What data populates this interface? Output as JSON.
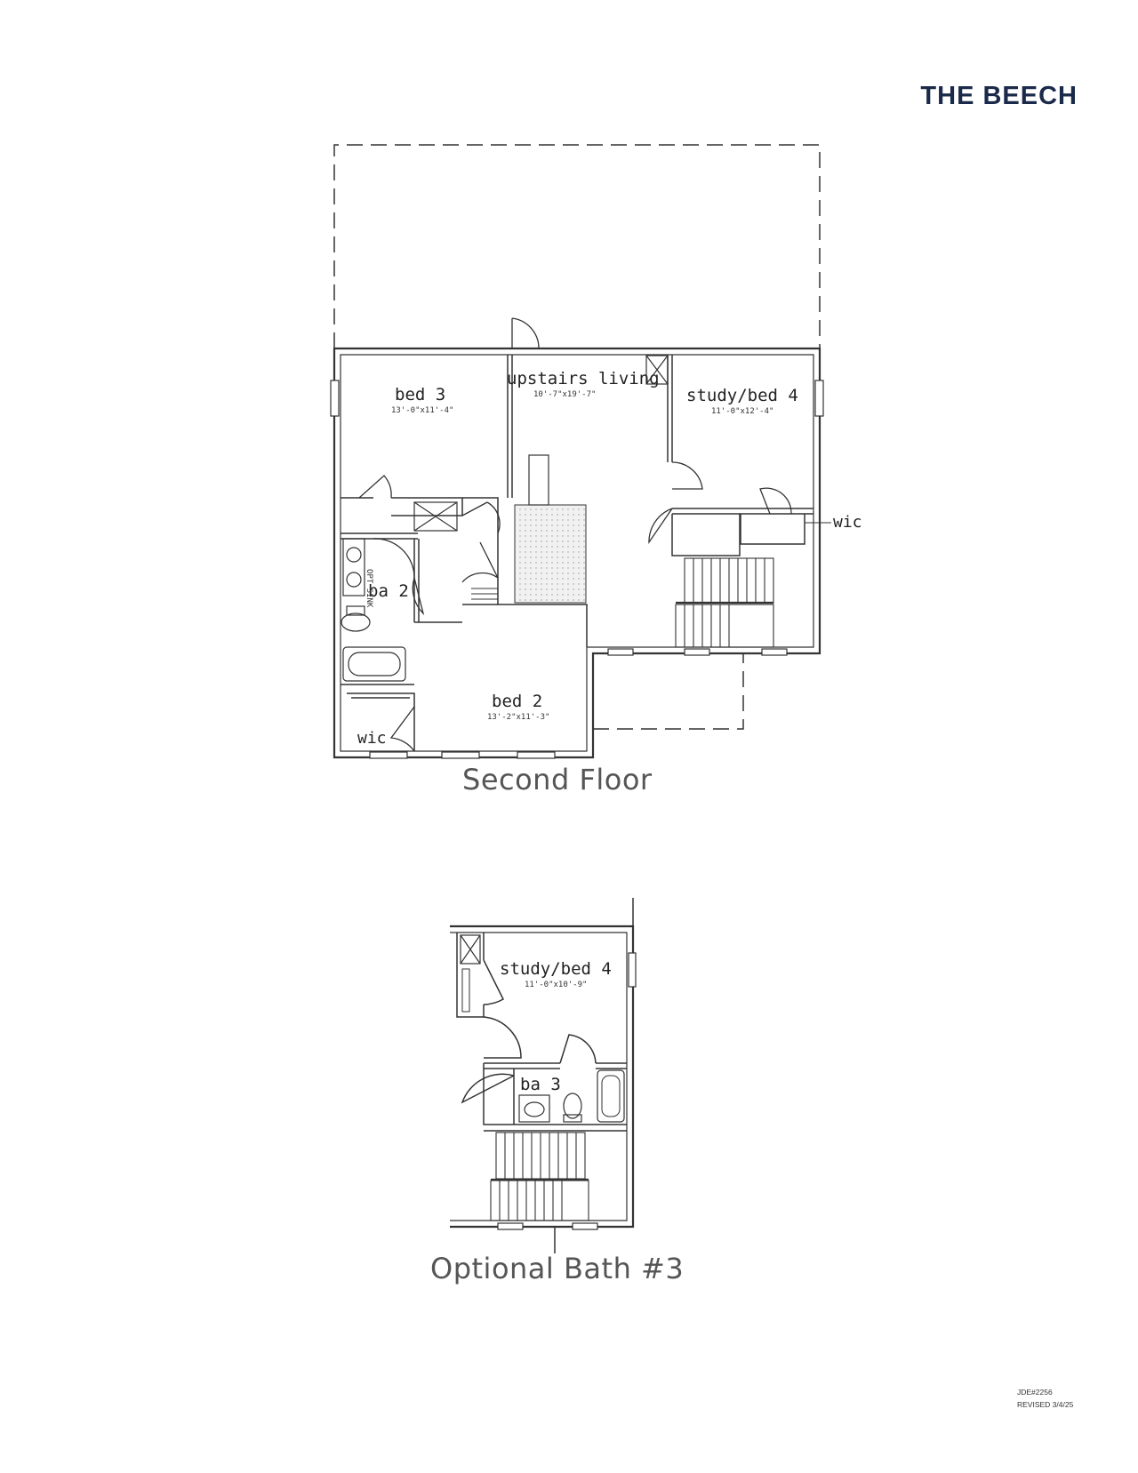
{
  "brand": "THE BEECH",
  "second_floor": {
    "caption": "Second Floor",
    "rooms": [
      {
        "name": "bed 3",
        "dims": "13'-0\"x11'-4\""
      },
      {
        "name": "upstairs living",
        "dims": "10'-7\"x19'-7\""
      },
      {
        "name": "study/bed 4",
        "dims": "11'-0\"x12'-4\""
      },
      {
        "name": "wic"
      },
      {
        "name": "ba 2"
      },
      {
        "name": "bed 2",
        "dims": "13'-2\"x11'-3\""
      },
      {
        "name": "wic"
      }
    ],
    "fixture_labels": [
      "OPT SINK"
    ]
  },
  "optional_bath": {
    "caption": "Optional Bath #3",
    "rooms": [
      {
        "name": "study/bed 4",
        "dims": "11'-0\"x10'-9\""
      },
      {
        "name": "ba 3"
      }
    ]
  },
  "meta": {
    "job": "JDE#2256",
    "revised": "REVISED 3/4/25"
  },
  "colors": {
    "brand": "#1b2a4a",
    "wall": "#333333",
    "caption": "#555555"
  }
}
